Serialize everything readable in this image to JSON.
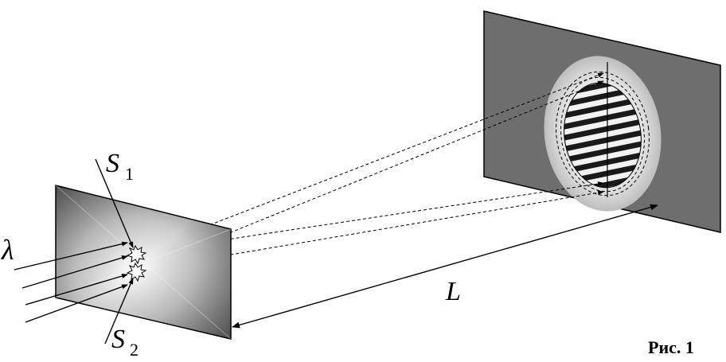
{
  "labels": {
    "lambda": "λ",
    "s1_main": "S",
    "s1_sub": "1",
    "s2_main": "S",
    "s2_sub": "2",
    "distance": "L",
    "caption": "Рис. 1"
  },
  "colors": {
    "screen_fill": "#6e6e6e",
    "halo": "#d9d9d9",
    "fringe_dark": "#1a1a1a",
    "fringe_light": "#f2f2f2",
    "line": "#000000"
  },
  "fringe_count": 10
}
